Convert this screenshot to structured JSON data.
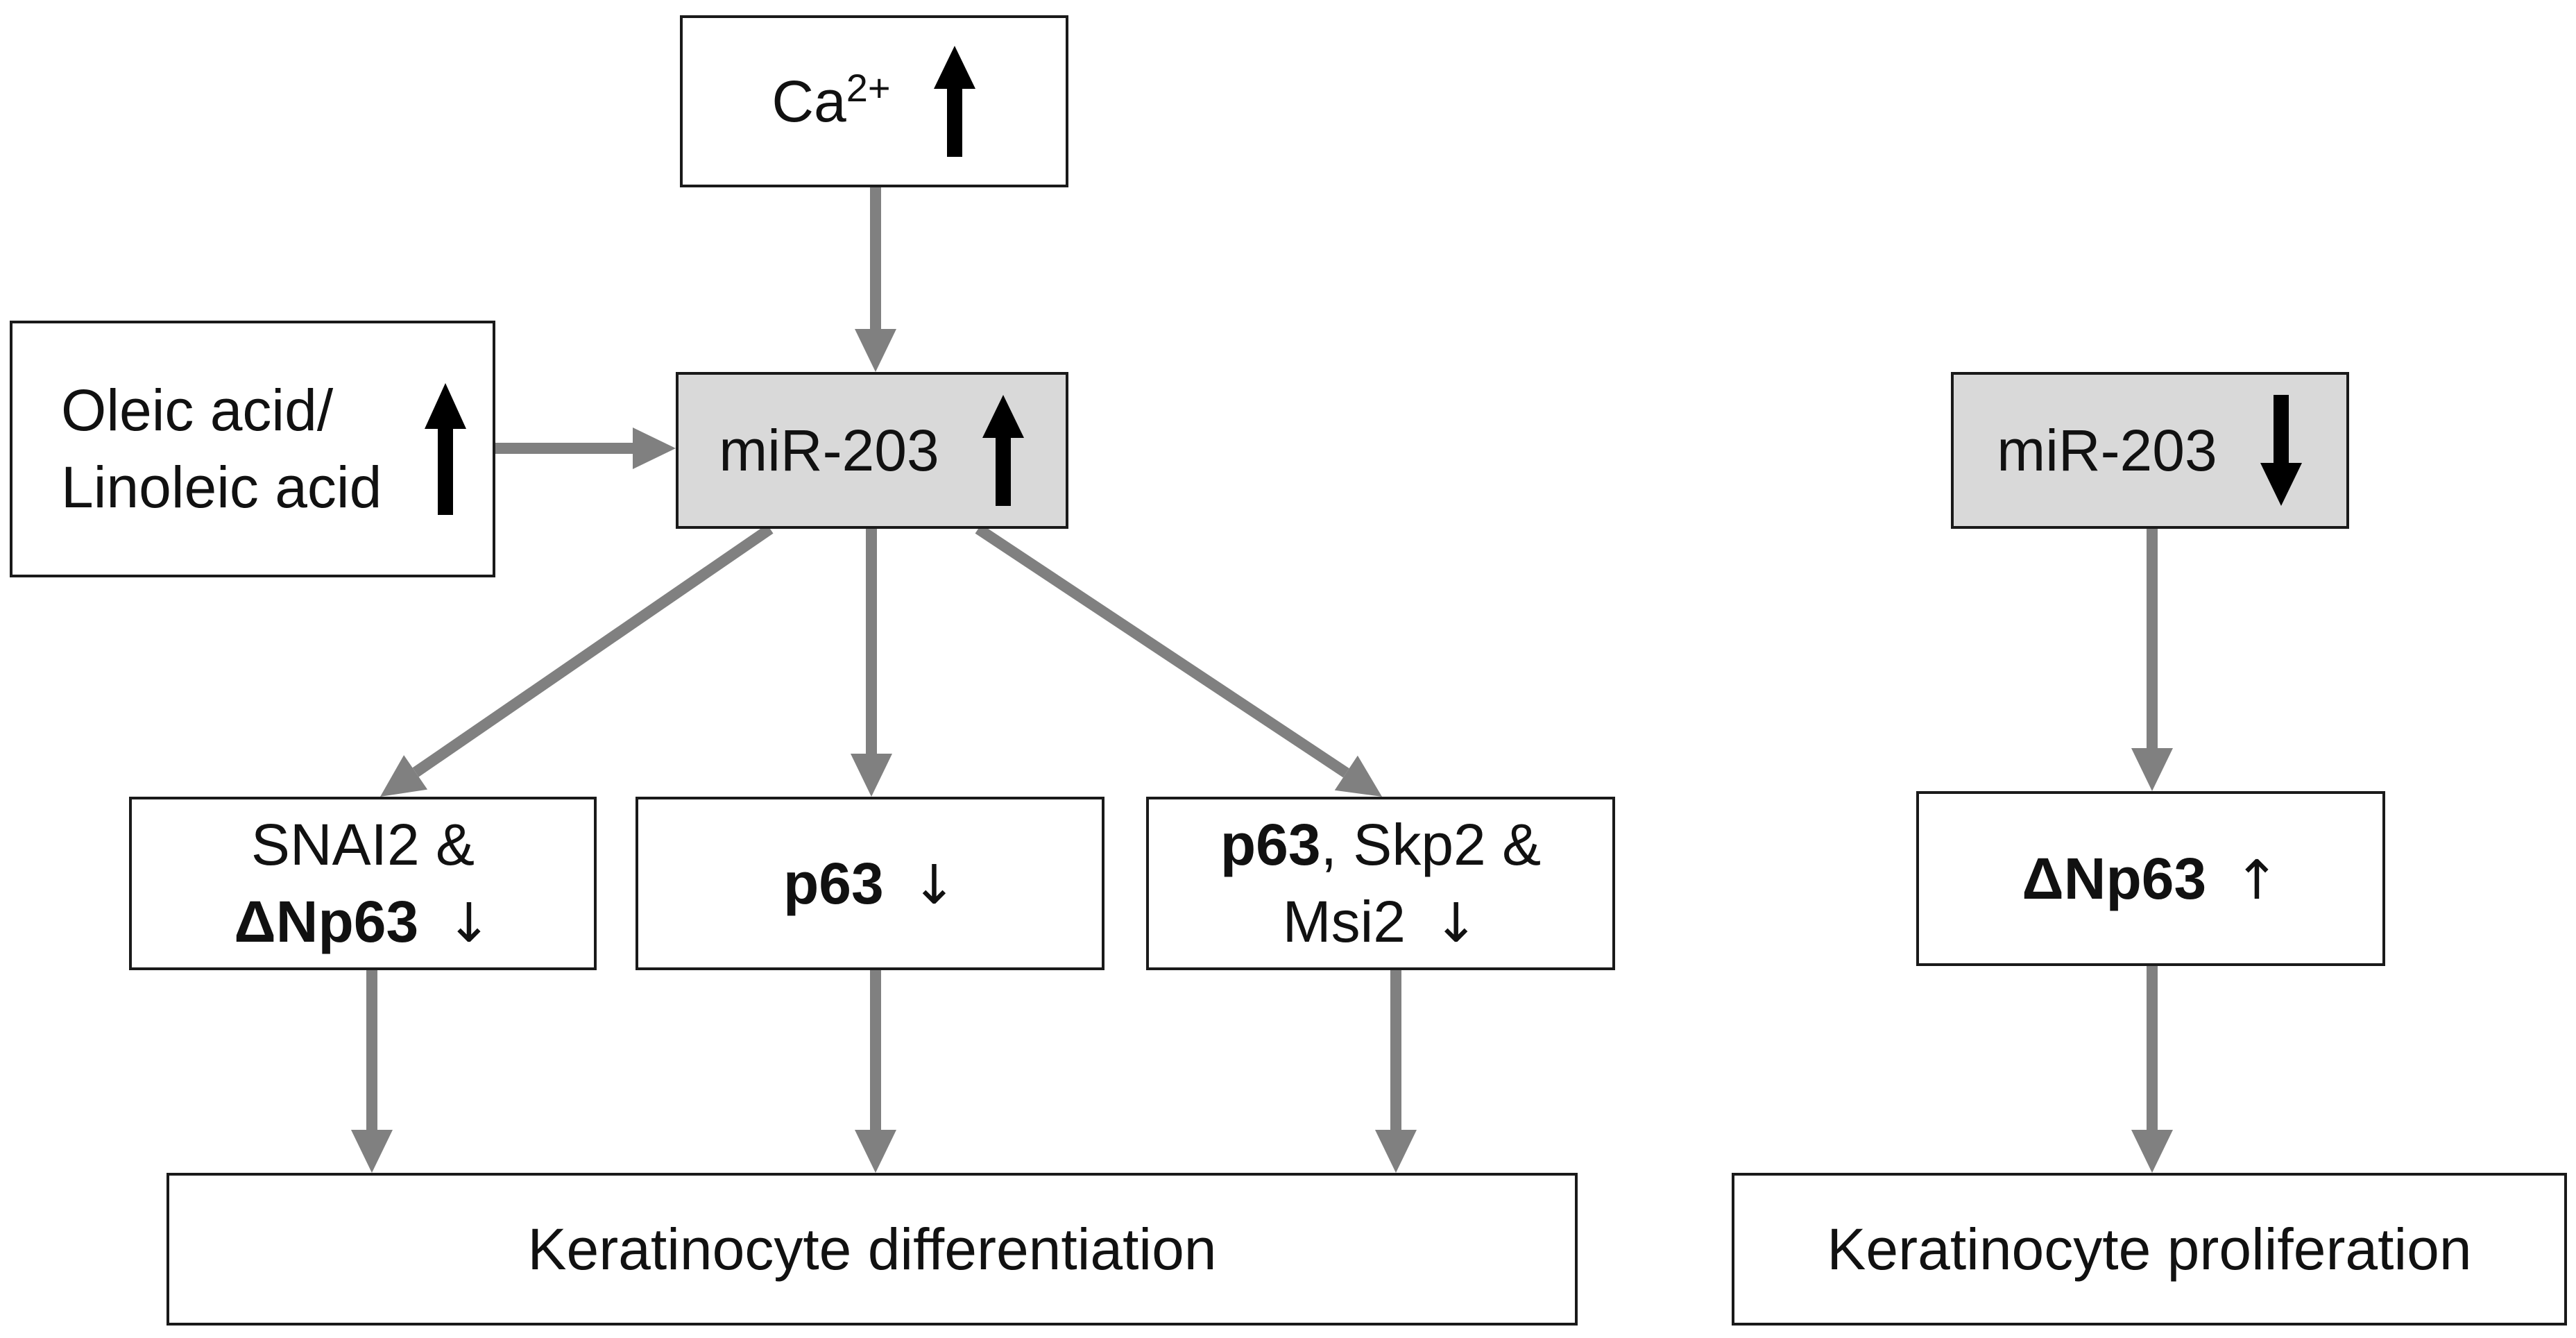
{
  "nodes": {
    "calcium": {
      "base": "Ca",
      "superscript": "2+",
      "change": "up-bold-arrow-icon"
    },
    "oleic": {
      "line1": "Oleic acid/",
      "line2": "Linoleic acid",
      "change": "up-bold-arrow-icon"
    },
    "mir203_left": {
      "label": "miR-203",
      "change": "up-bold-arrow-icon"
    },
    "mir203_right": {
      "label": "miR-203",
      "change": "down-bold-arrow-icon"
    },
    "snai2": {
      "line1": "SNAI2 &",
      "bold": "ΔNp63",
      "arrow": "↓"
    },
    "p63": {
      "bold": "p63",
      "arrow": "↓"
    },
    "p63_skp2": {
      "bold": "p63",
      "rest": ", Skp2 &",
      "line2": "Msi2",
      "arrow": "↓"
    },
    "dnp63": {
      "bold": "ΔNp63",
      "arrow": "↑"
    },
    "differentiation": {
      "label": "Keratinocyte differentiation"
    },
    "proliferation": {
      "label": "Keratinocyte proliferation"
    }
  },
  "edges": [
    {
      "from": "calcium",
      "to": "mir203_left"
    },
    {
      "from": "oleic",
      "to": "mir203_left"
    },
    {
      "from": "mir203_left",
      "to": "snai2"
    },
    {
      "from": "mir203_left",
      "to": "p63"
    },
    {
      "from": "mir203_left",
      "to": "p63_skp2"
    },
    {
      "from": "snai2",
      "to": "differentiation"
    },
    {
      "from": "p63",
      "to": "differentiation"
    },
    {
      "from": "p63_skp2",
      "to": "differentiation"
    },
    {
      "from": "mir203_right",
      "to": "dnp63"
    },
    {
      "from": "dnp63",
      "to": "proliferation"
    }
  ],
  "colors": {
    "arrow": "#808080",
    "box_border": "#1a1a1a",
    "highlight_fill": "#d9d9d9"
  }
}
